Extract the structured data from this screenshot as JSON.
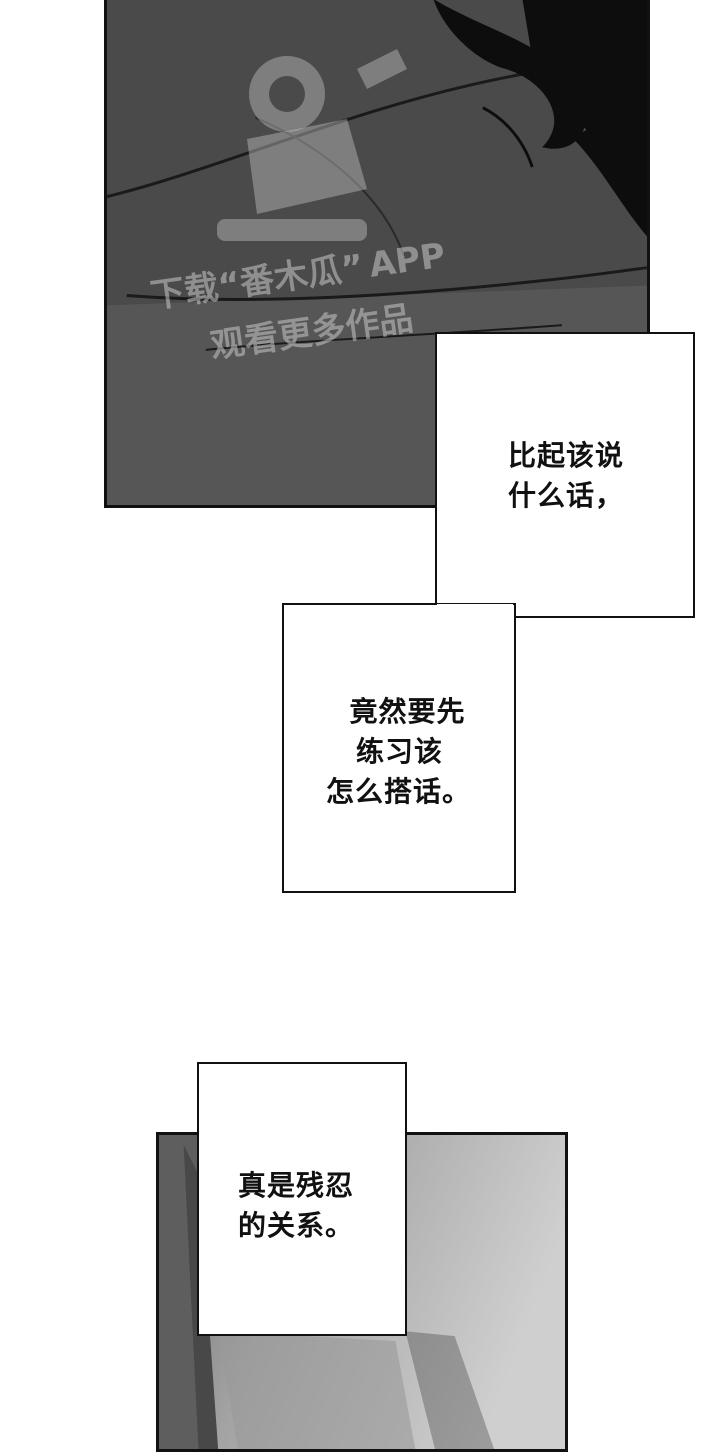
{
  "captions": {
    "first": [
      "比起该说",
      "什么话，"
    ],
    "second": [
      "竟然要先",
      "练习该",
      "怎么搭话。"
    ],
    "third": [
      "真是残忍",
      "的关系。"
    ]
  },
  "watermark": {
    "line1_left": "下载",
    "line1_quote": "“番木瓜”",
    "line1_app": "APP",
    "line2": "观看更多作品"
  },
  "colors": {
    "panel_dark": "#4a4a4a",
    "ink": "#111111",
    "paper": "#ffffff"
  }
}
